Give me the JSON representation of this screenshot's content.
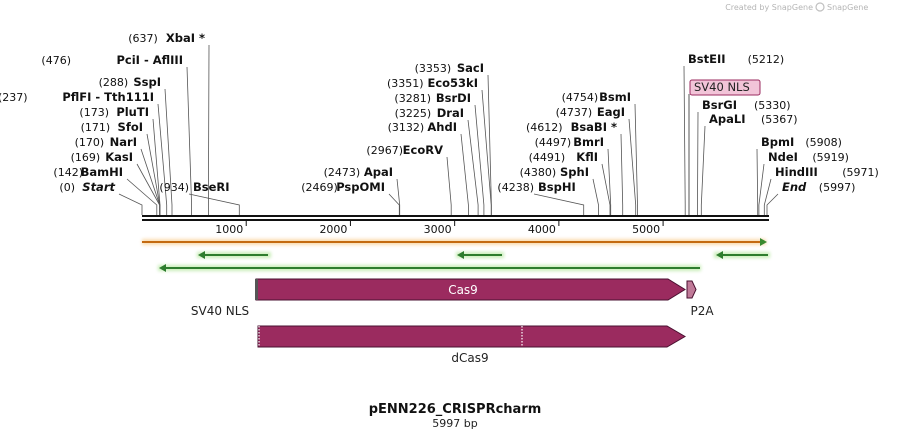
{
  "credit": "Created by SnapGene",
  "title": "pENN226_CRISPRcharm",
  "subtitle": "5997 bp",
  "scale": {
    "ticks": [
      {
        "value": 1000,
        "label": "1000"
      },
      {
        "value": 2000,
        "label": "2000"
      },
      {
        "value": 3000,
        "label": "3000"
      },
      {
        "value": 4000,
        "label": "4000"
      },
      {
        "value": 5000,
        "label": "5000"
      }
    ]
  },
  "sites": [
    {
      "name": "XbaI *",
      "pos": "(637)",
      "bp": 637,
      "side": "right"
    },
    {
      "name": "PciI  -  AflIII",
      "pos": "(476)",
      "bp": 476,
      "side": "right"
    },
    {
      "name": "SspI",
      "pos": "(288)",
      "bp": 288,
      "side": "right"
    },
    {
      "name": "PflFI  -  Tth111I",
      "pos": "(237)",
      "bp": 237,
      "side": "right"
    },
    {
      "name": "PluTI",
      "pos": "(173)",
      "bp": 173,
      "side": "right"
    },
    {
      "name": "SfoI",
      "pos": "(171)",
      "bp": 171,
      "side": "right"
    },
    {
      "name": "NarI",
      "pos": "(170)",
      "bp": 170,
      "side": "right"
    },
    {
      "name": "KasI",
      "pos": "(169)",
      "bp": 169,
      "side": "right"
    },
    {
      "name": "BamHI",
      "pos": "(142)",
      "bp": 142,
      "side": "right"
    },
    {
      "name": "Start",
      "pos": "(0)",
      "bp": 0,
      "side": "right",
      "italic": true
    },
    {
      "name": "BseRI",
      "pos": "(934)",
      "bp": 934,
      "side": "left"
    },
    {
      "name": "SacI",
      "pos": "(3353)",
      "bp": 3353,
      "side": "right"
    },
    {
      "name": "Eco53kI",
      "pos": "(3351)",
      "bp": 3351,
      "side": "right"
    },
    {
      "name": "BsrDI",
      "pos": "(3281)",
      "bp": 3281,
      "side": "right"
    },
    {
      "name": "DraI",
      "pos": "(3225)",
      "bp": 3225,
      "side": "right"
    },
    {
      "name": "AhdI",
      "pos": "(3132)",
      "bp": 3132,
      "side": "right"
    },
    {
      "name": "EcoRV",
      "pos": "(2967)",
      "bp": 2967,
      "side": "right"
    },
    {
      "name": "ApaI",
      "pos": "(2473)",
      "bp": 2473,
      "side": "right"
    },
    {
      "name": "PspOMI",
      "pos": "(2469)",
      "bp": 2469,
      "side": "right"
    },
    {
      "name": "BsmI",
      "pos": "(4754)",
      "bp": 4754,
      "side": "right"
    },
    {
      "name": "EagI",
      "pos": "(4737)",
      "bp": 4737,
      "side": "right"
    },
    {
      "name": "BsaBI *",
      "pos": "(4612)",
      "bp": 4612,
      "side": "right"
    },
    {
      "name": "BmrI",
      "pos": "(4497)",
      "bp": 4497,
      "side": "right"
    },
    {
      "name": "KflI",
      "pos": "(4491)",
      "bp": 4491,
      "side": "right"
    },
    {
      "name": "SphI",
      "pos": "(4380)",
      "bp": 4380,
      "side": "right"
    },
    {
      "name": "BspHI",
      "pos": "(4238)",
      "bp": 4238,
      "side": "left"
    },
    {
      "name": "BstEII",
      "pos": "(5212)",
      "bp": 5212,
      "side": "left"
    },
    {
      "name": "BsrGI",
      "pos": "(5330)",
      "bp": 5330,
      "side": "left"
    },
    {
      "name": "ApaLI",
      "pos": "(5367)",
      "bp": 5367,
      "side": "left"
    },
    {
      "name": "BpmI",
      "pos": "(5908)",
      "bp": 5908,
      "side": "left"
    },
    {
      "name": "NdeI",
      "pos": "(5919)",
      "bp": 5919,
      "side": "left"
    },
    {
      "name": "HindIII",
      "pos": "(5971)",
      "bp": 5971,
      "side": "left"
    },
    {
      "name": "End",
      "pos": "(5997)",
      "bp": 5997,
      "side": "left",
      "italic": true
    }
  ],
  "features": {
    "sv40_box": "SV40 NLS",
    "cas9": "Cas9",
    "sv40_left": "SV40 NLS",
    "p2a": "P2A",
    "dcas9": "dCas9"
  },
  "colors": {
    "orf_orange": "#f0a040",
    "orf_green": "#2e8b2e",
    "cas9_fill": "#9b2b5f",
    "label_box_fill": "#f2c4d8",
    "label_box_stroke": "#9b2b5f",
    "credit_text": "#b5b5b5"
  }
}
